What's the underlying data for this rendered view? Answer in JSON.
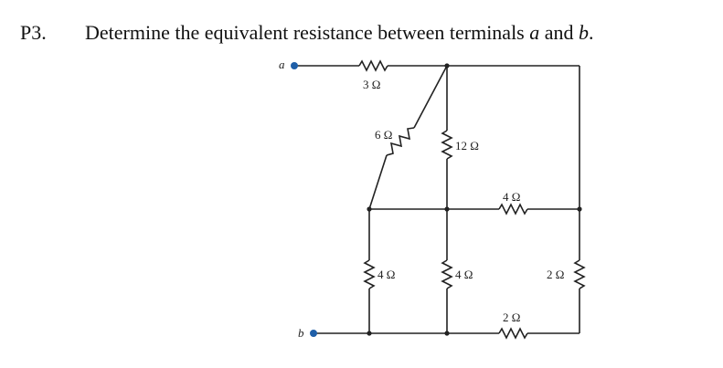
{
  "problem": {
    "number": "P3.",
    "text_before_a": "Determine the equivalent resistance between terminals ",
    "terminal_a": "a",
    "text_and": " and ",
    "terminal_b": "b",
    "text_end": "."
  },
  "diagram": {
    "terminals": {
      "a": "a",
      "b": "b"
    },
    "terminal_color": "#1f5fa8",
    "resistors": {
      "r_top": "3 Ω",
      "r_diag": "6 Ω",
      "r_mid": "12 Ω",
      "r_right_upper": "4 Ω",
      "r_left_lower": "4 Ω",
      "r_center_lower": "4 Ω",
      "r_right_lower": "2 Ω",
      "r_bottom": "2 Ω"
    }
  }
}
